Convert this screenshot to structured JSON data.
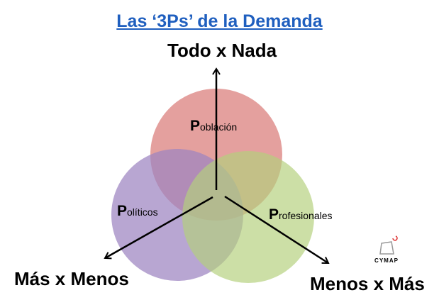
{
  "title": "Las ‘3Ps’ de la Demanda",
  "axes": {
    "top": "Todo x Nada",
    "left": "Más x Menos",
    "right": "Menos x Más"
  },
  "circles": [
    {
      "initial": "P",
      "rest": "oblación",
      "color": "#dc8583"
    },
    {
      "initial": "P",
      "rest": "olíticos",
      "color": "#9d84c0"
    },
    {
      "initial": "P",
      "rest": "rofesionales",
      "color": "#b4d07c"
    }
  ],
  "logo": {
    "text": "CYMAP"
  }
}
